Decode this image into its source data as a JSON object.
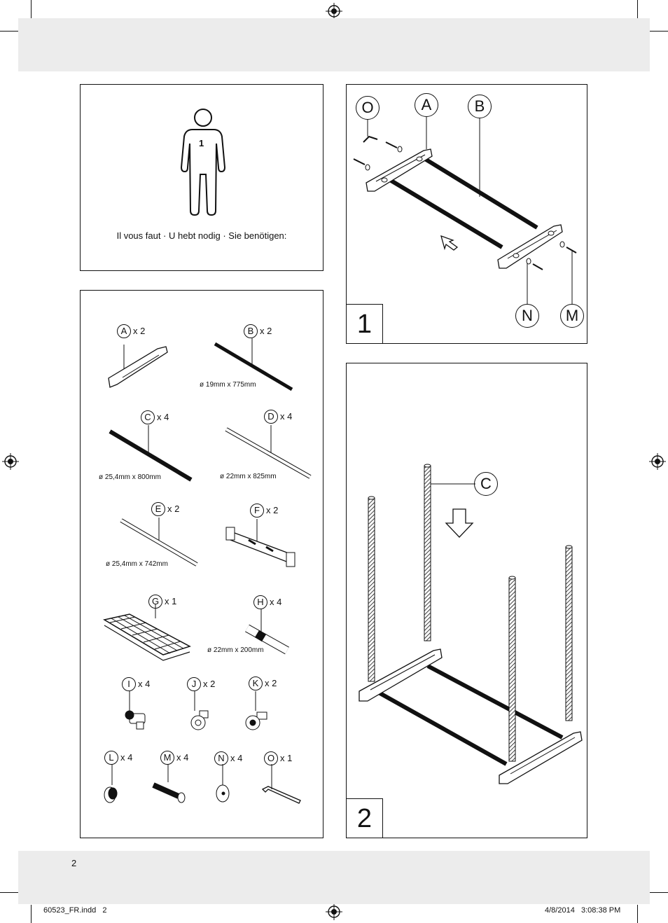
{
  "persons": {
    "count": "1",
    "caption": "Il vous faut · U hebt nodig · Sie benötigen:"
  },
  "parts": [
    {
      "letter": "A",
      "qty": "x 2",
      "dim": ""
    },
    {
      "letter": "B",
      "qty": "x 2",
      "dim": "ø 19mm x 775mm"
    },
    {
      "letter": "C",
      "qty": "x 4",
      "dim": "ø 25,4mm x 800mm"
    },
    {
      "letter": "D",
      "qty": "x 4",
      "dim": "ø 22mm x 825mm"
    },
    {
      "letter": "E",
      "qty": "x 2",
      "dim": "ø 25,4mm x 742mm"
    },
    {
      "letter": "F",
      "qty": "x 2",
      "dim": ""
    },
    {
      "letter": "G",
      "qty": "x 1",
      "dim": ""
    },
    {
      "letter": "H",
      "qty": "x 4",
      "dim": "ø 22mm x 200mm"
    },
    {
      "letter": "I",
      "qty": "x 4",
      "dim": ""
    },
    {
      "letter": "J",
      "qty": "x 2",
      "dim": ""
    },
    {
      "letter": "K",
      "qty": "x 2",
      "dim": ""
    },
    {
      "letter": "L",
      "qty": "x 4",
      "dim": ""
    },
    {
      "letter": "M",
      "qty": "x 4",
      "dim": ""
    },
    {
      "letter": "N",
      "qty": "x 4",
      "dim": ""
    },
    {
      "letter": "O",
      "qty": "x 1",
      "dim": ""
    }
  ],
  "step1": {
    "number": "1",
    "labels": [
      "O",
      "A",
      "B",
      "N",
      "M"
    ]
  },
  "step2": {
    "number": "2",
    "labels": [
      "C"
    ]
  },
  "footer": {
    "page_number": "2",
    "file": "60523_FR.indd   2",
    "timestamp": "4/8/2014   3:08:38 PM"
  }
}
